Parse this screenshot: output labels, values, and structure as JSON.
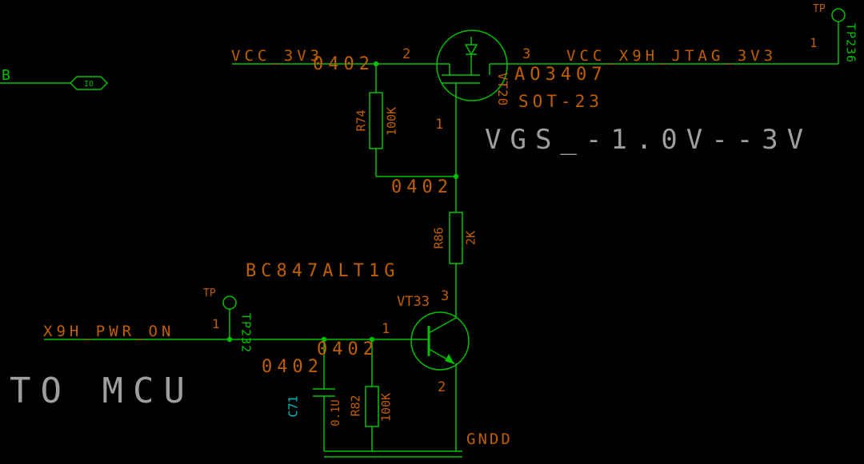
{
  "colors": {
    "background": "#000000",
    "wire": "#00c000",
    "label": "#c05f00",
    "annotation": "#9e9e9e",
    "capacitor_ref": "#00c0c0",
    "testpoint_text": "#00c000"
  },
  "port": {
    "net": "B",
    "type": "IO"
  },
  "top_net": {
    "left": "VCC_3V3",
    "right": "VCC_X9H_JTAG_3V3"
  },
  "mosfet": {
    "ref": "VT20",
    "part": "AO3407",
    "package": "SOT-23",
    "note": "VGS_-1.0V--3V",
    "pin_source": "2",
    "pin_drain": "3",
    "pin_gate": "1"
  },
  "tp236": {
    "prefix": "TP",
    "ref": "TP236",
    "pin": "1"
  },
  "tp232": {
    "prefix": "TP",
    "ref": "TP232",
    "pin": "1"
  },
  "r74": {
    "ref": "R74",
    "value": "100K",
    "footprint": "0402"
  },
  "r86": {
    "ref": "R86",
    "value": "2K",
    "footprint": "0402"
  },
  "r82": {
    "ref": "R82",
    "value": "100K",
    "footprint": "0402"
  },
  "c71": {
    "ref": "C71",
    "value": "0.1U",
    "footprint": "0402"
  },
  "bjt": {
    "ref": "VT33",
    "part": "BC847ALT1G",
    "pin_collector": "3",
    "pin_base": "1",
    "pin_emitter": "2"
  },
  "pwr_net": {
    "label": "X9H_PWR_ON"
  },
  "gnd": {
    "label": "GNDD"
  },
  "annotation": {
    "to_mcu": "TO MCU"
  }
}
